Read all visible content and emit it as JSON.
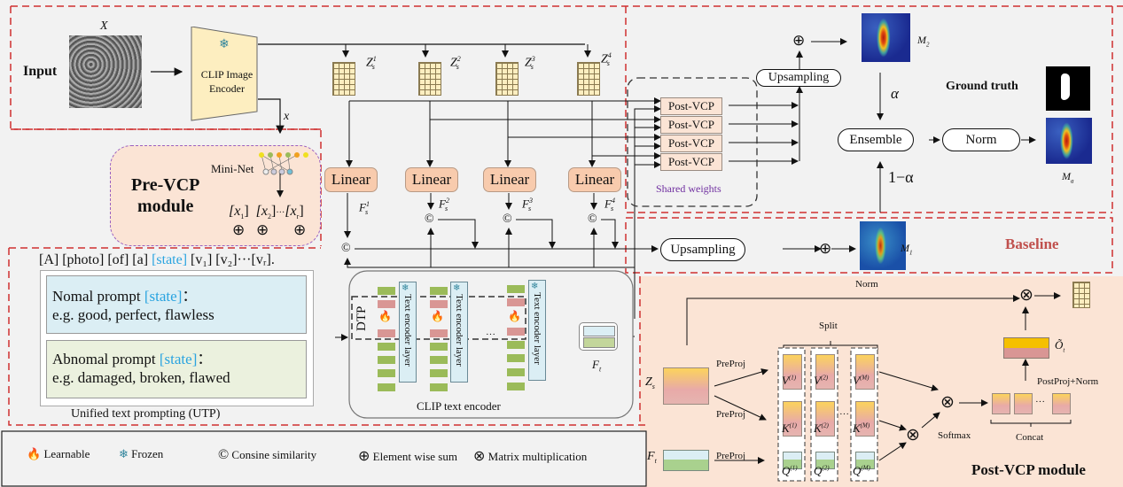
{
  "input": {
    "label": "Input",
    "image_label": "X",
    "encoder_label_line1": "CLIP Image",
    "encoder_label_line2": "Encoder",
    "x_label": "x"
  },
  "features": {
    "z_labels": [
      "Z",
      "Z",
      "Z",
      "Z"
    ],
    "z_sup": [
      "1",
      "2",
      "3",
      "4"
    ],
    "z_sub": "s",
    "linear_label": "Linear",
    "f_labels": [
      "F",
      "F",
      "F",
      "F"
    ],
    "f_sup": [
      "1",
      "2",
      "3",
      "4"
    ],
    "f_sub": "s",
    "cos_symbol": "C"
  },
  "pre_vcp": {
    "title_line1": "Pre-VCP",
    "title_line2": "module",
    "mini_net": "Mini-Net",
    "tokens": [
      "[x",
      "[x",
      "[x"
    ],
    "token_subs": [
      "1",
      "2",
      "r"
    ],
    "ellipsis": "···"
  },
  "utp": {
    "template_prefix": "[A] [photo] [of] [a]",
    "template_state": "[state]",
    "template_suffix": "[v₁]  [v₂]···[vᵣ].",
    "normal_title": "Nomal prompt",
    "normal_state": "[state]",
    "normal_examples": "e.g.  good, perfect, flawless",
    "abnormal_title": "Abnomal prompt",
    "abnormal_state": "[state]",
    "abnormal_examples": "e.g. damaged, broken, flawed",
    "colon": "：",
    "caption": "Unified text prompting (UTP)",
    "state_color": "#2aa4e0"
  },
  "text_encoder": {
    "dtp_label": "DTP",
    "layer_label": "Text encoder layer",
    "caption": "CLIP text encoder",
    "ellipsis": "···",
    "ft_label": "F",
    "ft_sub": "t"
  },
  "post_vcp_stack": {
    "labels": [
      "Post-VCP",
      "Post-VCP",
      "Post-VCP",
      "Post-VCP"
    ],
    "shared_weights": "Shared weights",
    "upsampling": "Upsampling"
  },
  "output": {
    "m2": "M",
    "m2_sub": "2",
    "alpha": "α",
    "one_minus_alpha": "1−α",
    "ensemble": "Ensemble",
    "norm": "Norm",
    "ground_truth": "Ground truth",
    "ma": "M",
    "ma_sub": "a"
  },
  "baseline": {
    "upsampling": "Upsampling",
    "m1": "M",
    "m1_sub": "1",
    "label": "Baseline",
    "label_color": "#c0504d"
  },
  "post_vcp_module": {
    "norm": "Norm",
    "split": "Split",
    "zs": "Z",
    "zs_sub": "s",
    "ft": "F",
    "ft_sub": "t",
    "preproj": [
      "PreProj",
      "PreProj",
      "PreProj"
    ],
    "v_labels": [
      "V",
      "V",
      "V"
    ],
    "v_sups": [
      "(1)",
      "(2)",
      "(M)"
    ],
    "k_labels": [
      "K",
      "K",
      "K"
    ],
    "k_sups": [
      "(1)",
      "(2)",
      "(M)"
    ],
    "q_labels": [
      "Q",
      "Q",
      "Q"
    ],
    "q_sups": [
      "(1)",
      "(2)",
      "(M)"
    ],
    "softmax": "Softmax",
    "concat": "Concat",
    "postproj": "PostProj+Norm",
    "o_label": "Õ",
    "o_sub": "t",
    "title": "Post-VCP module",
    "ellipsis": "···"
  },
  "legend": {
    "items": [
      {
        "icon": "flame-icon",
        "label": "Learnable"
      },
      {
        "icon": "snowflake-icon",
        "label": "Frozen"
      },
      {
        "icon": "circled-c-icon",
        "label": "Consine similarity"
      },
      {
        "icon": "circled-plus-icon",
        "label": "Element wise sum"
      },
      {
        "icon": "circled-times-icon",
        "label": "Matrix multiplication"
      }
    ]
  },
  "colors": {
    "dash_red": "#d03030",
    "linear_fill": "#f8cbad",
    "module_fill": "#fbe4d5",
    "normal_fill": "#dbeef4",
    "abnormal_fill": "#ebf1de"
  }
}
